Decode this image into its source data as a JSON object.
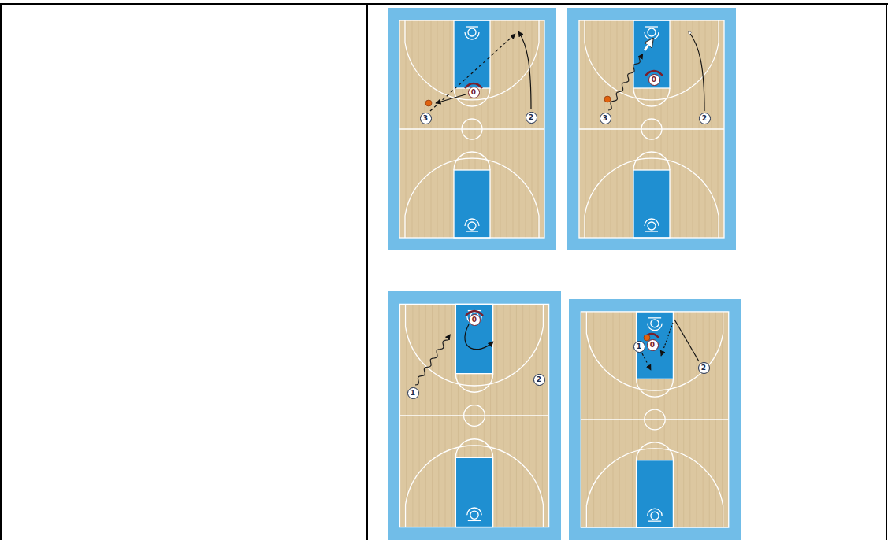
{
  "diagram": {
    "nodes": [
      {
        "text": [
          "0"
        ]
      },
      {
        "text": [
          "3"
        ]
      },
      {
        "text": [
          "2"
        ]
      },
      {
        "text": [
          "0"
        ]
      },
      {
        "text": [
          "3"
        ]
      },
      {
        "text": [
          "2"
        ]
      },
      {
        "text": [
          "0"
        ]
      },
      {
        "text": [
          "1"
        ]
      },
      {
        "text": [
          "2"
        ]
      },
      {
        "text": [
          "1"
        ]
      },
      {
        "text": [
          "0"
        ]
      },
      {
        "text": [
          "2"
        ]
      }
    ]
  }
}
